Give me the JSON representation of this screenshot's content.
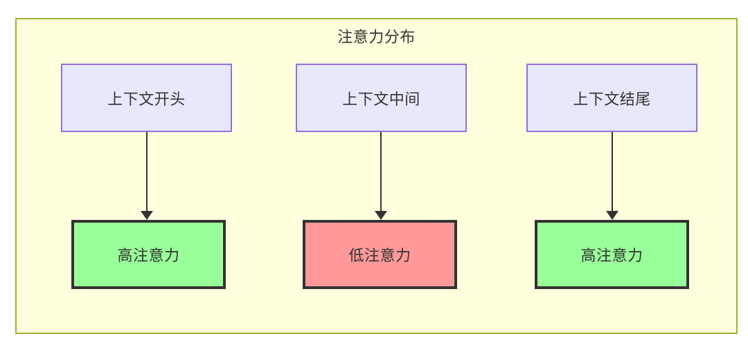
{
  "diagram": {
    "title": "注意力分布",
    "background": "#ffffde",
    "border_color": "#aaaa33",
    "text_color": "#333333",
    "nodes": {
      "top": [
        {
          "id": "context-start",
          "label": "上下文开头",
          "fill": "#e8e8fd",
          "border": "#9370db"
        },
        {
          "id": "context-middle",
          "label": "上下文中间",
          "fill": "#e8e8fd",
          "border": "#9370db"
        },
        {
          "id": "context-end",
          "label": "上下文结尾",
          "fill": "#e8e8fd",
          "border": "#9370db"
        }
      ],
      "bottom": [
        {
          "id": "high-attention-start",
          "label": "高注意力",
          "fill": "#99ff99",
          "border": "#333333"
        },
        {
          "id": "low-attention-middle",
          "label": "低注意力",
          "fill": "#ff9999",
          "border": "#333333"
        },
        {
          "id": "high-attention-end",
          "label": "高注意力",
          "fill": "#99ff99",
          "border": "#333333"
        }
      ]
    },
    "edges": [
      {
        "from": "上下文开头",
        "to": "高注意力",
        "arrow": "arrow-down-icon"
      },
      {
        "from": "上下文中间",
        "to": "低注意力",
        "arrow": "arrow-down-icon"
      },
      {
        "from": "上下文结尾",
        "to": "高注意力",
        "arrow": "arrow-down-icon"
      }
    ]
  }
}
